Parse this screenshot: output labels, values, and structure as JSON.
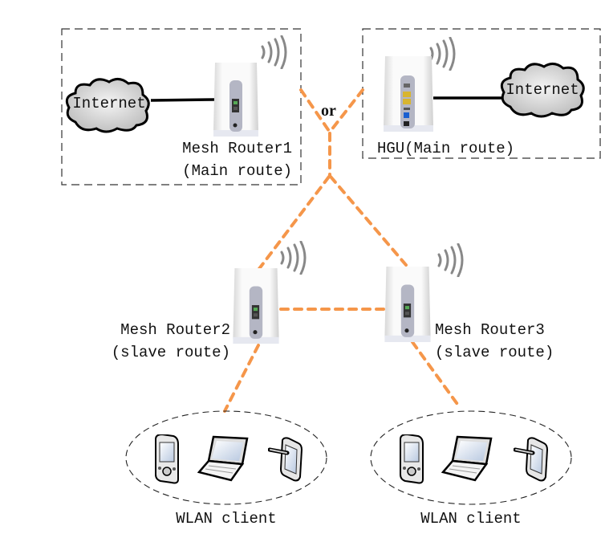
{
  "colors": {
    "wireless_link": "#f5964a",
    "wired_link": "#000000",
    "cloud_fill": "#dcdcdc"
  },
  "main_route_option_1": {
    "cloud_label": "Internet",
    "router_name": "Mesh Router1",
    "router_role": "(Main route)"
  },
  "connector_label": "or",
  "main_route_option_2": {
    "cloud_label": "Internet",
    "router_label": "HGU(Main route)"
  },
  "slave_routers": [
    {
      "name": "Mesh Router2",
      "role": "(slave route)"
    },
    {
      "name": "Mesh Router3",
      "role": "(slave route)"
    }
  ],
  "client_groups": [
    {
      "label": "WLAN client",
      "devices": [
        "pda-icon",
        "laptop-icon",
        "tablet-icon"
      ]
    },
    {
      "label": "WLAN client",
      "devices": [
        "pda-icon",
        "laptop-icon",
        "tablet-icon"
      ]
    }
  ]
}
